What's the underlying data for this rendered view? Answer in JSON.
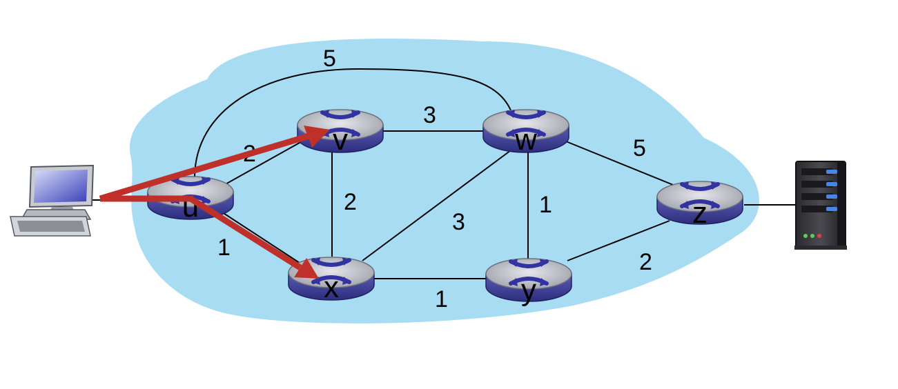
{
  "diagram": {
    "colors": {
      "cloud": "#a8dcf3",
      "router_top": "#bfc0c7",
      "router_body": "#3e3f96",
      "router_x": "#3232a0",
      "arrow": "#c0302a",
      "link": "#000000"
    },
    "nodes": [
      {
        "id": "u",
        "label": "u"
      },
      {
        "id": "v",
        "label": "v"
      },
      {
        "id": "w",
        "label": "w"
      },
      {
        "id": "x",
        "label": "x"
      },
      {
        "id": "y",
        "label": "y"
      },
      {
        "id": "z",
        "label": "z"
      }
    ],
    "edges": [
      {
        "from": "u",
        "to": "w",
        "cost": "5"
      },
      {
        "from": "u",
        "to": "v",
        "cost": "2"
      },
      {
        "from": "u",
        "to": "x",
        "cost": "1"
      },
      {
        "from": "v",
        "to": "w",
        "cost": "3"
      },
      {
        "from": "v",
        "to": "x",
        "cost": "2"
      },
      {
        "from": "x",
        "to": "w",
        "cost": "3"
      },
      {
        "from": "w",
        "to": "y",
        "cost": "1"
      },
      {
        "from": "x",
        "to": "y",
        "cost": "1"
      },
      {
        "from": "w",
        "to": "z",
        "cost": "5"
      },
      {
        "from": "y",
        "to": "z",
        "cost": "2"
      }
    ],
    "hosts": [
      {
        "id": "laptop",
        "icon": "desktop-computer-icon",
        "attached_to": "u"
      },
      {
        "id": "server",
        "icon": "server-icon",
        "attached_to": "z"
      }
    ],
    "highlighted_paths": [
      {
        "from": "u",
        "to": "v"
      },
      {
        "from": "u",
        "to": "x"
      }
    ]
  }
}
